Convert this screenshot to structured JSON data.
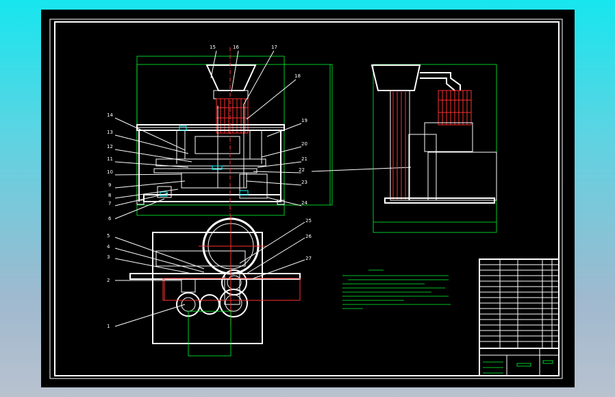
{
  "colors": {
    "background_top": "#17e6ee",
    "background_bottom": "#b9c2cf",
    "sheet": "#000000",
    "lines": "#ffffff",
    "dimensions": "#00ff33",
    "sections": "#ff3030",
    "hatch": "#ffff00"
  },
  "front_view": {
    "part_labels_left": [
      "14",
      "13",
      "12",
      "11",
      "10",
      "9",
      "8",
      "7",
      "6"
    ],
    "part_labels_top": [
      "15",
      "16",
      "17",
      "18"
    ],
    "part_labels_right": [
      "19",
      "20",
      "21",
      "22",
      "23",
      "24"
    ]
  },
  "top_view": {
    "part_labels_left": [
      "5",
      "4",
      "3",
      "2",
      "1"
    ],
    "part_labels_right": [
      "25",
      "26",
      "27"
    ]
  },
  "title_block": {
    "header_cells": [
      "",
      "",
      "",
      ""
    ],
    "page_number": ""
  }
}
